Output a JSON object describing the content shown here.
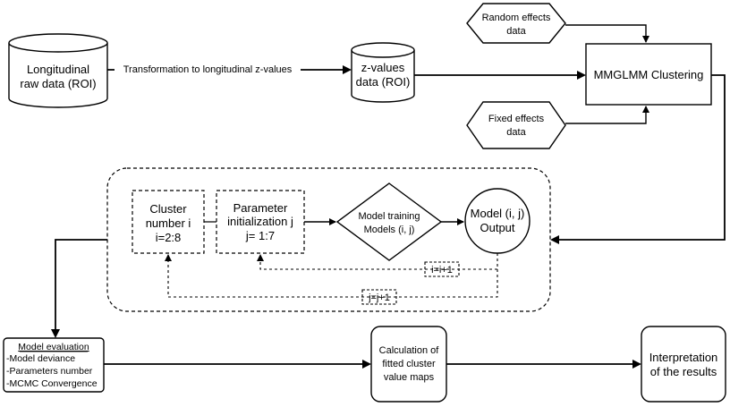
{
  "nodes": {
    "raw_data": {
      "line1": "Longitudinal",
      "line2": "raw data (ROI)"
    },
    "zvalues": {
      "line1": "z-values",
      "line2": "data (ROI)"
    },
    "random_effects": {
      "line1": "Random effects",
      "line2": "data"
    },
    "fixed_effects": {
      "line1": "Fixed effects",
      "line2": "data"
    },
    "mmglmm": {
      "label": "MMGLMM Clustering"
    },
    "cluster_number": {
      "line1": "Cluster",
      "line2": "number i",
      "line3": "i=2:8"
    },
    "param_init": {
      "line1": "Parameter",
      "line2": "initialization j",
      "line3": "j= 1:7"
    },
    "model_training": {
      "line1": "Model training",
      "line2": "Models (i, j)"
    },
    "model_output": {
      "line1": "Model (i, j)",
      "line2": "Output"
    },
    "model_eval": {
      "title": "Model evaluation",
      "item1": "-Model deviance",
      "item2": "-Parameters number",
      "item3": "-MCMC Convergence"
    },
    "calc_maps": {
      "line1": "Calculation of",
      "line2": "fitted cluster",
      "line3": "value maps"
    },
    "interpretation": {
      "line1": "Interpretation",
      "line2": "of the results"
    }
  },
  "edges": {
    "transform_label": "Transformation to longitudinal z-values",
    "i_increment": "i=i+1",
    "j_increment": "j=j+1"
  }
}
